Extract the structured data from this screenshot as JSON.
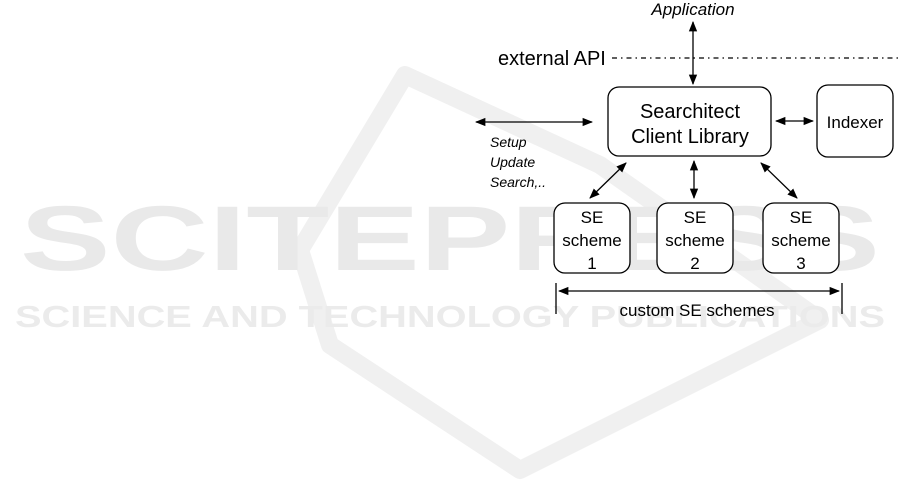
{
  "watermark": {
    "main": "SCITEPRESS",
    "sub": "SCIENCE AND TECHNOLOGY PUBLICATIONS"
  },
  "diagram": {
    "application_label": "Application",
    "external_api_label": "external API",
    "client_library": {
      "line1": "Searchitect",
      "line2": "Client Library"
    },
    "indexer_label": "Indexer",
    "operations": {
      "line1": "Setup",
      "line2": "Update",
      "line3": "Search,.."
    },
    "schemes": [
      {
        "line1": "SE",
        "line2": "scheme",
        "line3": "1"
      },
      {
        "line1": "SE",
        "line2": "scheme",
        "line3": "2"
      },
      {
        "line1": "SE",
        "line2": "scheme",
        "line3": "3"
      }
    ],
    "custom_schemes_label": "custom SE schemes"
  }
}
